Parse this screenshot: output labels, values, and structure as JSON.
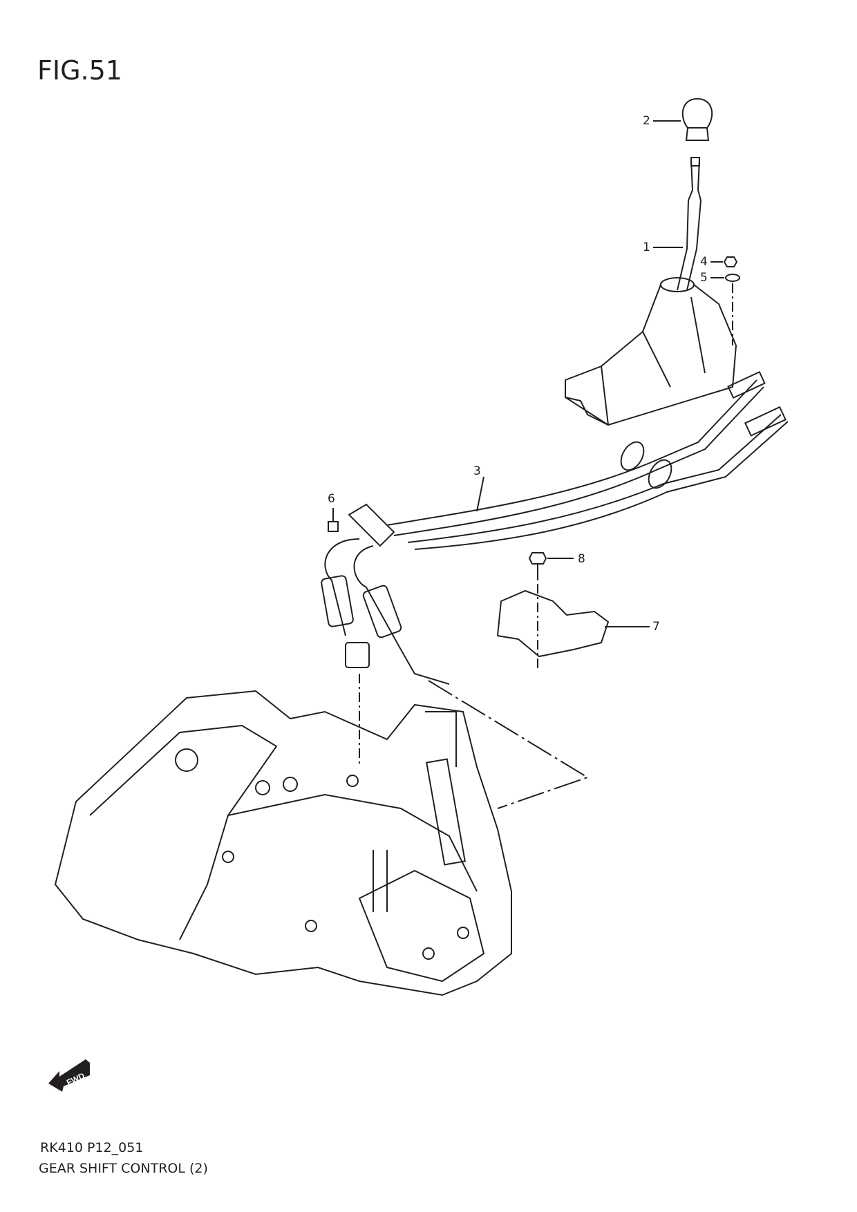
{
  "figure_label": "FIG.51",
  "footer": {
    "code": "RK410 P12_051",
    "title": "GEAR SHIFT CONTROL (2)"
  },
  "fwd_label": "FWD",
  "callouts": [
    "1",
    "2",
    "3",
    "4",
    "5",
    "6",
    "7",
    "8"
  ]
}
